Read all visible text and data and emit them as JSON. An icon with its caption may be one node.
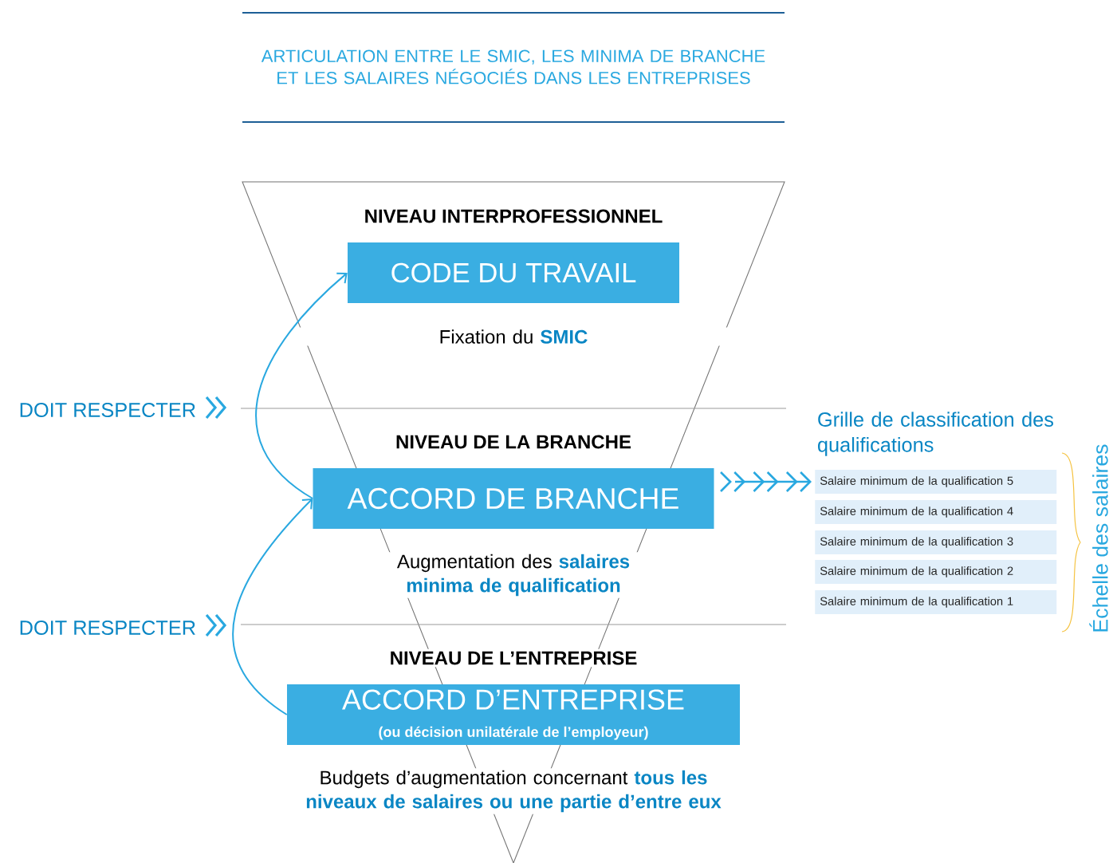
{
  "diagram": {
    "title": "ARTICULATION ENTRE LE SMIC, LES MINIMA DE BRANCHE ET LES SALAIRES NÉGOCIÉS DANS LES ENTREPRISES",
    "nodes": [
      {
        "text": [
          "CODE DU TRAVAIL"
        ]
      },
      {
        "text": [
          "ACCORD DE BRANCHE"
        ]
      },
      {
        "text": [
          "ACCORD D’ENTREPRISE",
          "(ou décision unilatérale de l’employeur)"
        ]
      },
      {
        "text": [
          "Salaire minimum de la qualification 5"
        ]
      },
      {
        "text": [
          "Salaire minimum de la qualification 4"
        ]
      },
      {
        "text": [
          "Salaire minimum de la qualification 3"
        ]
      },
      {
        "text": [
          "Salaire minimum de la qualification 2"
        ]
      },
      {
        "text": [
          "Salaire minimum de la qualification 1"
        ]
      }
    ],
    "edges": [
      {
        "from": 1,
        "to": 0,
        "arrow": "to"
      },
      {
        "from": 2,
        "to": 1,
        "arrow": "to"
      },
      {
        "from": 1,
        "to": 3,
        "arrow": "to"
      }
    ],
    "labels": [
      "NIVEAU INTERPROFESSIONNEL",
      "Fixation du **SMIC**",
      "DOIT RESPECTER",
      "NIVEAU DE LA BRANCHE",
      "Grille de classification des qualifications",
      "Augmentation des **salaires minima de qualification**",
      "DOIT RESPECTER",
      "NIVEAU DE L’ENTREPRISE",
      "Budgets d’augmentation concernant **tous les niveaux de salaires ou une partie d’entre eux**",
      "Échelle des salaires"
    ]
  }
}
